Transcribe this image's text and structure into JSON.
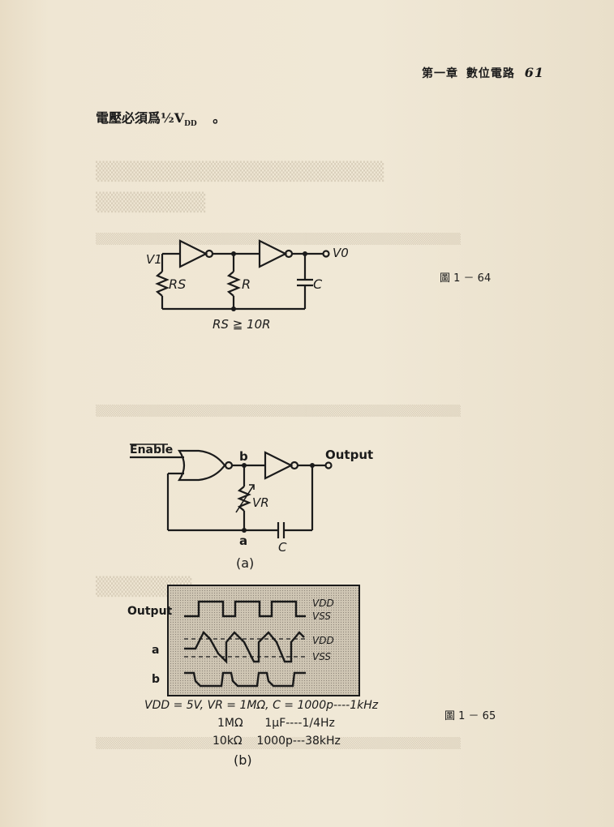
{
  "header": {
    "chapter": "第一章",
    "section": "數位電路",
    "page_number": "61"
  },
  "intro_text": "電壓必須爲½V",
  "intro_subscript": "DD",
  "intro_end": "。",
  "fig64": {
    "caption": "圖 1 － 64",
    "labels": {
      "v1": "V1",
      "v0": "V0",
      "rs": "RS",
      "r": "R",
      "c": "C",
      "condition": "RS ≧ 10R"
    }
  },
  "fig65": {
    "caption": "圖 1 － 65",
    "a": {
      "enable": "Enable",
      "output": "Output",
      "node_b": "b",
      "node_a": "a",
      "vr": "VR",
      "c": "C",
      "sublabel": "(a)"
    },
    "b": {
      "output_label": "Output",
      "a_label": "a",
      "b_label": "b",
      "vdd_1": "VDD",
      "vss_1": "VSS",
      "vdd_2": "VDD",
      "vss_2": "VSS",
      "note_1": "VDD = 5V, VR = 1MΩ, C = 1000p----1kHz",
      "note_2": "1MΩ      1μF----1/4Hz",
      "note_3": "10kΩ    1000p---38kHz",
      "sublabel": "(b)"
    }
  }
}
